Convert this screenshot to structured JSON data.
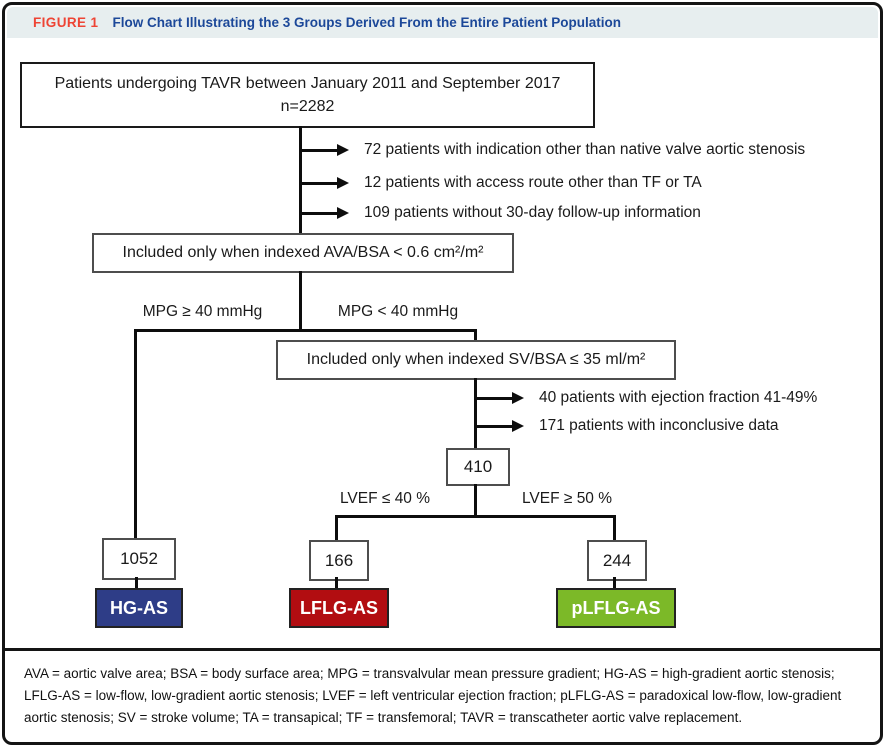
{
  "header": {
    "label": "FIGURE 1",
    "title": "Flow Chart Illustrating the 3 Groups Derived From the Entire Patient Population"
  },
  "flowchart": {
    "top_box": {
      "line1": "Patients undergoing TAVR between January 2011 and September 2017",
      "line2": "n=2282"
    },
    "exclusions_top": [
      "72 patients with indication other than native valve aortic stenosis",
      "12 patients with access route other than TF or TA",
      "109 patients without 30-day follow-up information"
    ],
    "ava_box": "Included only when indexed AVA/BSA < 0.6 cm²/m²",
    "branch_mpg": {
      "left": "MPG ≥ 40 mmHg",
      "right": "MPG < 40 mmHg"
    },
    "sv_box": "Included only when indexed SV/BSA ≤ 35 ml/m²",
    "exclusions_mid": [
      "40 patients with ejection fraction 41-49%",
      "171 patients with inconclusive data"
    ],
    "n410": "410",
    "branch_lvef": {
      "left": "LVEF ≤ 40 %",
      "right": "LVEF ≥ 50 %"
    },
    "groups": [
      {
        "n": "1052",
        "label": "HG-AS",
        "color": "#2e3d87"
      },
      {
        "n": "166",
        "label": "LFLG-AS",
        "color": "#b20d11"
      },
      {
        "n": "244",
        "label": "pLFLG-AS",
        "color": "#7cb928"
      }
    ]
  },
  "colors": {
    "figure_label_red": "#ee4434",
    "figure_title_navy": "#1c4899",
    "header_band_bg": "#e7eeef",
    "hg_as_navy": "#2e3d87",
    "lflg_as_red": "#b20d11",
    "plflg_as_green": "#7cb928"
  },
  "footnote": "AVA = aortic valve area; BSA = body surface area; MPG = transvalvular mean pressure gradient; HG-AS = high-gradient aortic stenosis; LFLG-AS = low-flow, low-gradient aortic stenosis; LVEF = left ventricular ejection fraction; pLFLG-AS = paradoxical low-flow, low-gradient aortic stenosis; SV = stroke volume; TA = transapical; TF = transfemoral; TAVR = transcatheter aortic valve replacement."
}
